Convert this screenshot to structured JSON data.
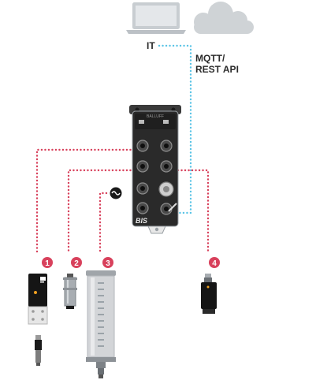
{
  "labels": {
    "it": "IT",
    "protocol_line1": "MQTT/",
    "protocol_line2": "REST API",
    "brand": "BALLUFF",
    "model": "BIS"
  },
  "markers": [
    "1",
    "2",
    "3",
    "4"
  ],
  "colors": {
    "it_link": "#5bc4e6",
    "device_link": "#d8415c",
    "badge": "#d8415c",
    "cloud": "#cfd3d6",
    "laptop": "#c8cdd1",
    "hub_body": "#2a2a2a"
  }
}
